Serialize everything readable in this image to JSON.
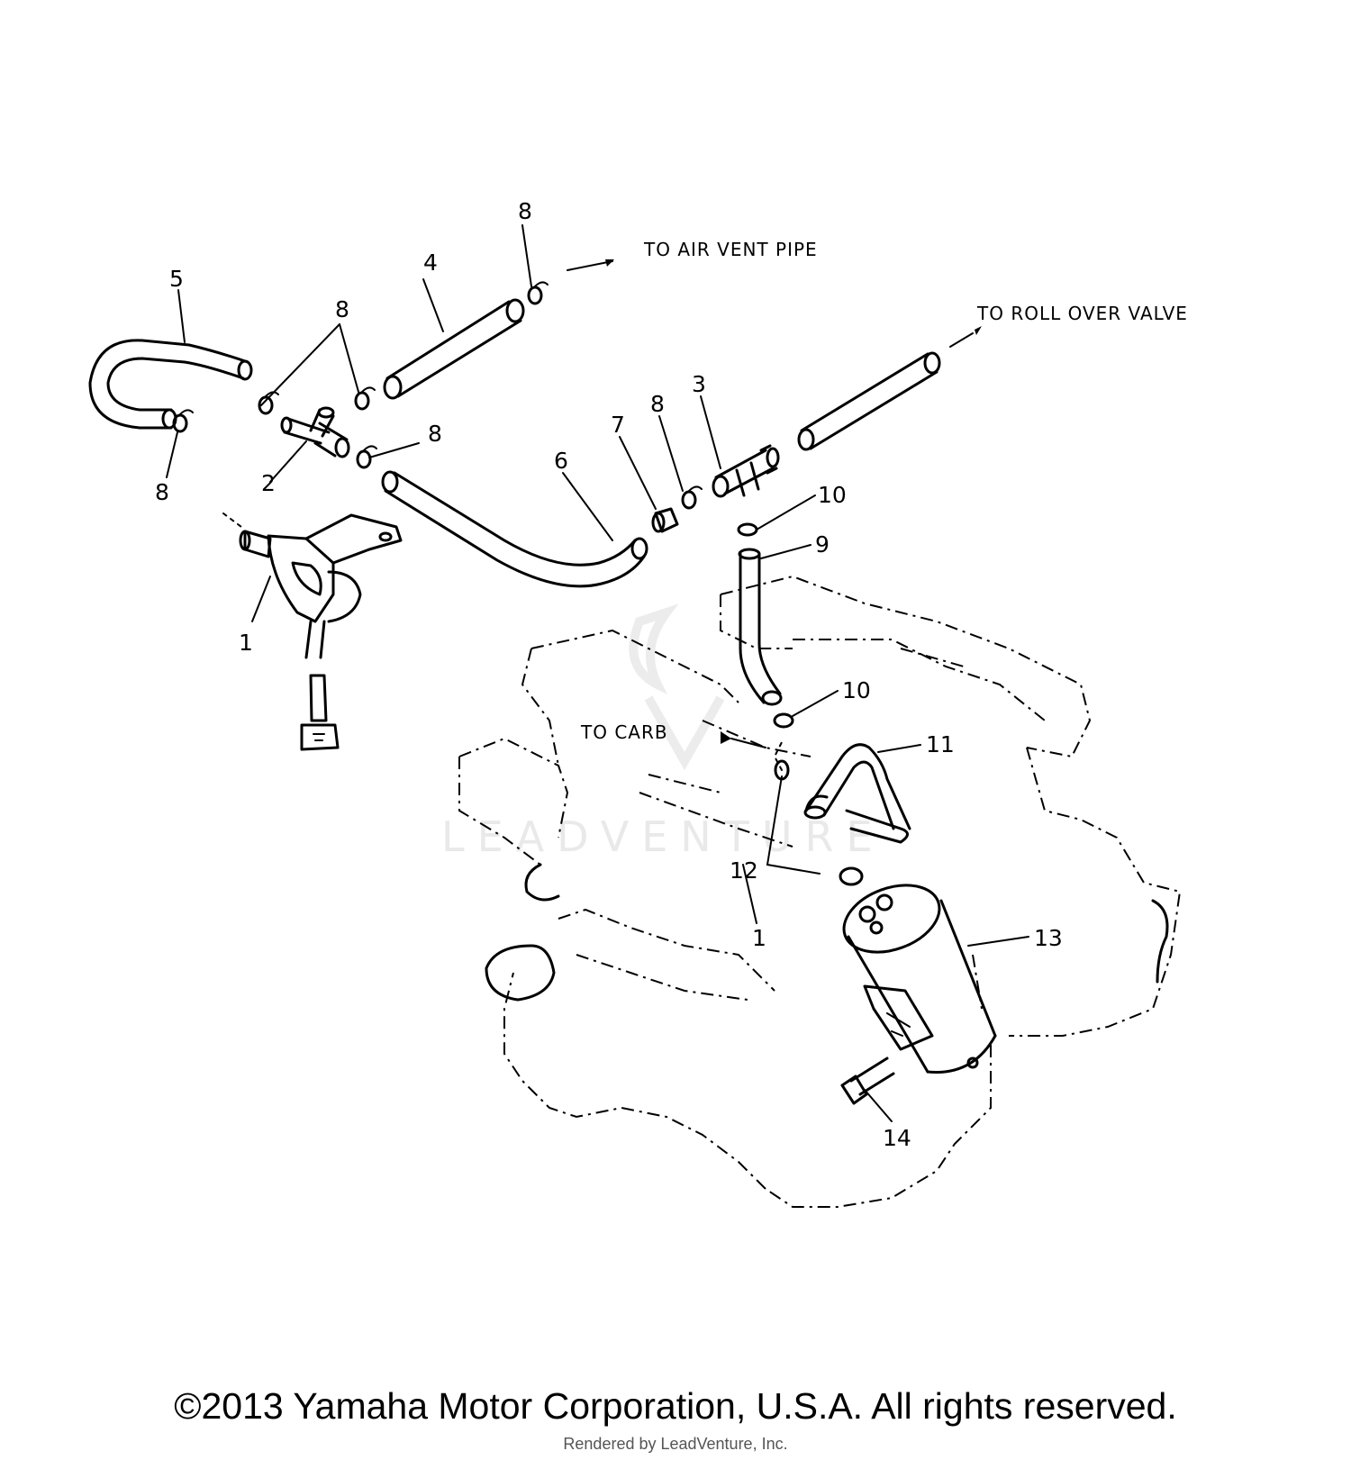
{
  "callouts": {
    "c1a": "1",
    "c1b": "1",
    "c2": "2",
    "c3": "3",
    "c4": "4",
    "c5": "5",
    "c6": "6",
    "c7": "7",
    "c8a": "8",
    "c8b": "8",
    "c8c": "8",
    "c8d": "8",
    "c8e": "8",
    "c9": "9",
    "c10a": "10",
    "c10b": "10",
    "c11": "11",
    "c12": "12",
    "c13": "13",
    "c14": "14"
  },
  "notes": {
    "air_vent": "TO AIR VENT PIPE",
    "roll_over": "TO ROLL OVER VALVE",
    "carb": "TO CARB"
  },
  "watermark": "LEADVENTURE",
  "footer": {
    "copyright": "©2013 Yamaha Motor Corporation, U.S.A. All rights reserved.",
    "rendered": "Rendered by LeadVenture, Inc."
  }
}
